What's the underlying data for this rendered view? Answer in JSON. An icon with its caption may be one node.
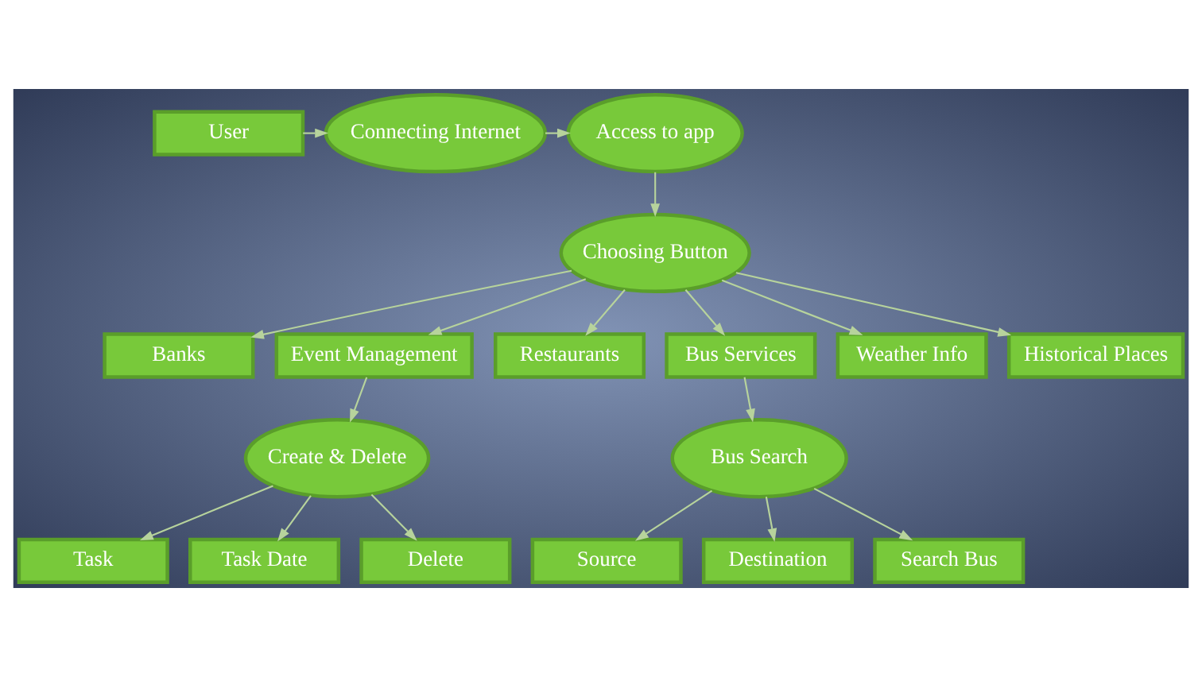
{
  "diagram": {
    "nodes": [
      {
        "text": [
          "User"
        ]
      },
      {
        "text": [
          "Connecting Internet"
        ]
      },
      {
        "text": [
          "Access to app"
        ]
      },
      {
        "text": [
          "Banks"
        ]
      },
      {
        "text": [
          "Task"
        ]
      },
      {
        "text": [
          "Create & Delete"
        ]
      },
      {
        "text": [
          "Event Management"
        ]
      },
      {
        "text": [
          "Restaurants"
        ]
      },
      {
        "text": [
          "Task Date"
        ]
      },
      {
        "text": [
          "Choosing Button"
        ]
      },
      {
        "text": [
          "Delete"
        ]
      },
      {
        "text": [
          "Bus Search"
        ]
      },
      {
        "text": [
          "Bus Services"
        ]
      },
      {
        "text": [
          "Weather Info"
        ]
      },
      {
        "text": [
          "Source"
        ]
      },
      {
        "text": [
          "Historical Places"
        ]
      },
      {
        "text": [
          "Destination"
        ]
      },
      {
        "text": [
          "Search Bus"
        ]
      }
    ],
    "edges": [
      {
        "from": 0,
        "to": 1,
        "arrow": "to"
      },
      {
        "from": 1,
        "to": 2,
        "arrow": "to"
      },
      {
        "from": 2,
        "to": 9,
        "arrow": "to"
      },
      {
        "from": 9,
        "to": 3,
        "arrow": "to"
      },
      {
        "from": 9,
        "to": 7,
        "arrow": "to"
      },
      {
        "from": 9,
        "to": 6,
        "arrow": "to"
      },
      {
        "from": 6,
        "to": 5,
        "arrow": "to"
      },
      {
        "from": 5,
        "to": 4,
        "arrow": "to"
      },
      {
        "from": 5,
        "to": 8,
        "arrow": "to"
      },
      {
        "from": 5,
        "to": 10,
        "arrow": "to"
      },
      {
        "from": 9,
        "to": 13,
        "arrow": "to"
      },
      {
        "from": 9,
        "to": 15,
        "arrow": "to"
      },
      {
        "from": 9,
        "to": 12,
        "arrow": "to"
      },
      {
        "from": 12,
        "to": 11,
        "arrow": "to"
      },
      {
        "from": 11,
        "to": 14,
        "arrow": "to"
      },
      {
        "from": 11,
        "to": 16,
        "arrow": "to"
      },
      {
        "from": 11,
        "to": 17,
        "arrow": "to"
      }
    ]
  }
}
